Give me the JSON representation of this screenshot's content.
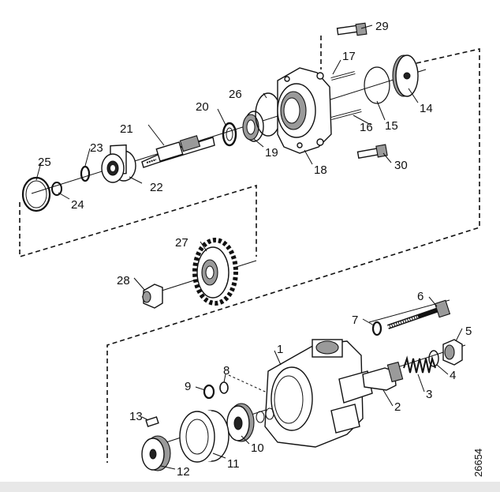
{
  "diagram": {
    "reference_number": "26654",
    "callouts": [
      "1",
      "2",
      "3",
      "4",
      "5",
      "6",
      "7",
      "8",
      "9",
      "10",
      "11",
      "12",
      "13",
      "14",
      "15",
      "16",
      "17",
      "18",
      "19",
      "20",
      "21",
      "22",
      "23",
      "24",
      "25",
      "26",
      "27",
      "28",
      "29",
      "30"
    ]
  }
}
